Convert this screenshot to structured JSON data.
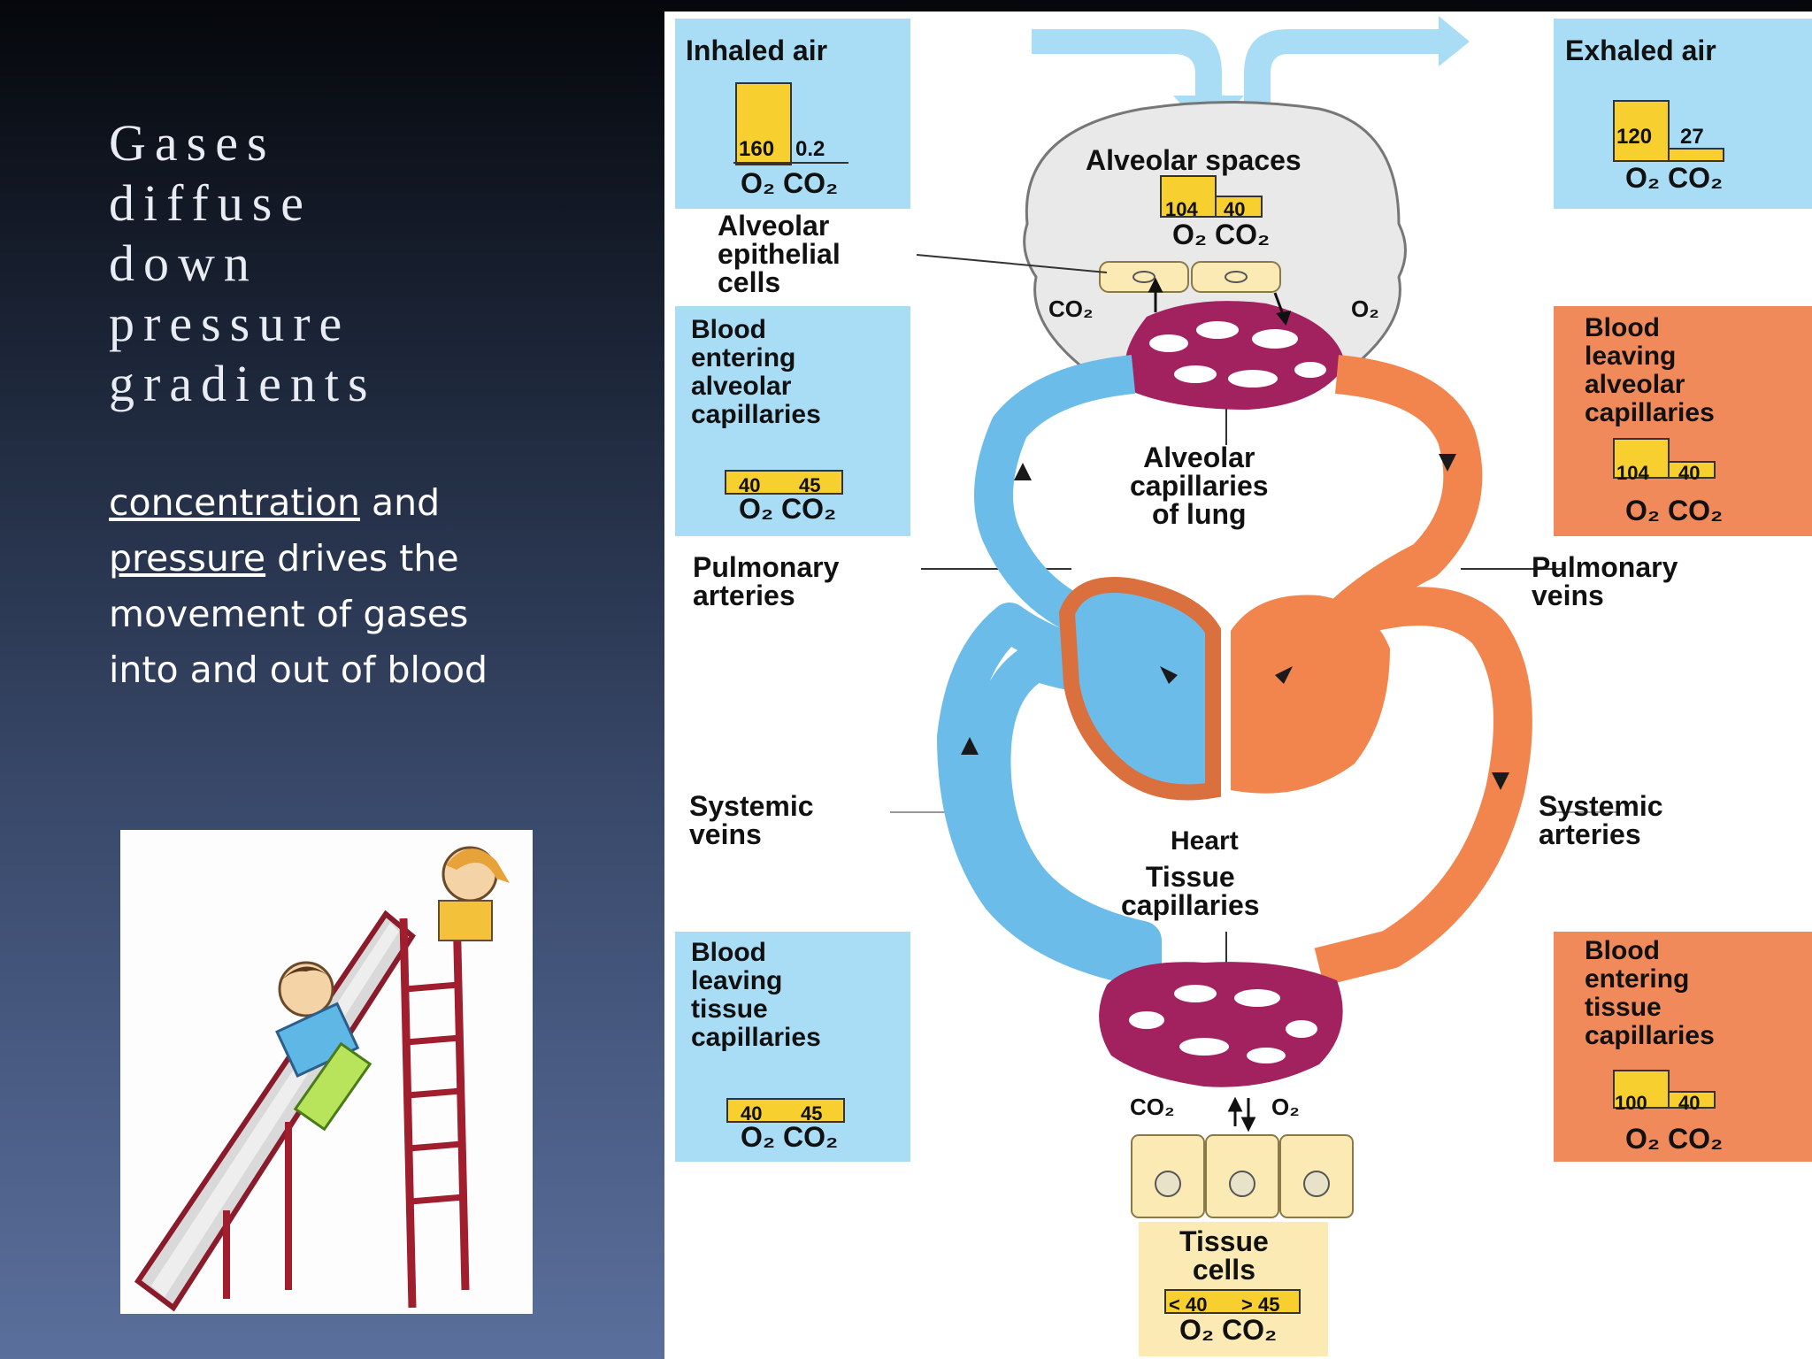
{
  "title_lines": [
    "Gases",
    "diffuse",
    "down",
    "pressure",
    "gradients"
  ],
  "body": {
    "word1": "concentration",
    "rest1": " and",
    "word2": "pressure",
    "rest2": " drives the",
    "line3": "movement of gases",
    "line4": "into and out of blood"
  },
  "diagram": {
    "inhaled": {
      "title": "Inhaled air",
      "o2": "160",
      "co2": "0.2",
      "gas": "O₂ CO₂"
    },
    "exhaled": {
      "title": "Exhaled air",
      "o2": "120",
      "co2": "27",
      "gas": "O₂ CO₂"
    },
    "alveolar_spaces": {
      "title": "Alveolar spaces",
      "o2": "104",
      "co2": "40",
      "gas": "O₂ CO₂"
    },
    "alveolar_epithelial": "Alveolar\nepithelial\ncells",
    "blood_entering_alv": {
      "title": "Blood\nentering\nalveolar\ncapillaries",
      "o2": "40",
      "co2": "45",
      "gas": "O₂ CO₂"
    },
    "blood_leaving_alv": {
      "title": "Blood\nleaving\nalveolar\ncapillaries",
      "o2": "104",
      "co2": "40",
      "gas": "O₂ CO₂"
    },
    "alveolar_capillaries": "Alveolar\ncapillaries\nof lung",
    "pulmonary_arteries": "Pulmonary\narteries",
    "pulmonary_veins": "Pulmonary\nveins",
    "systemic_veins": "Systemic\nveins",
    "systemic_arteries": "Systemic\narteries",
    "heart": "Heart",
    "tissue_capillaries": "Tissue\ncapillaries",
    "blood_leaving_tissue": {
      "title": "Blood\nleaving\ntissue\ncapillaries",
      "o2": "40",
      "co2": "45",
      "gas": "O₂ CO₂"
    },
    "blood_entering_tissue": {
      "title": "Blood\nentering\ntissue\ncapillaries",
      "o2": "100",
      "co2": "40",
      "gas": "O₂ CO₂"
    },
    "tissue_cells": {
      "title": "Tissue\ncells",
      "o2": "< 40",
      "co2": "> 45",
      "gas": "O₂ CO₂"
    },
    "co2": "CO₂",
    "o2": "O₂"
  },
  "colors": {
    "blue_box": "#a9dcf5",
    "orange_box": "#f08a5a",
    "tissue_box": "#fbeab4",
    "bar": "#f7cf2e",
    "venous": "#6cbcea",
    "arterial": "#f2854e",
    "capillary": "#a2215f"
  }
}
